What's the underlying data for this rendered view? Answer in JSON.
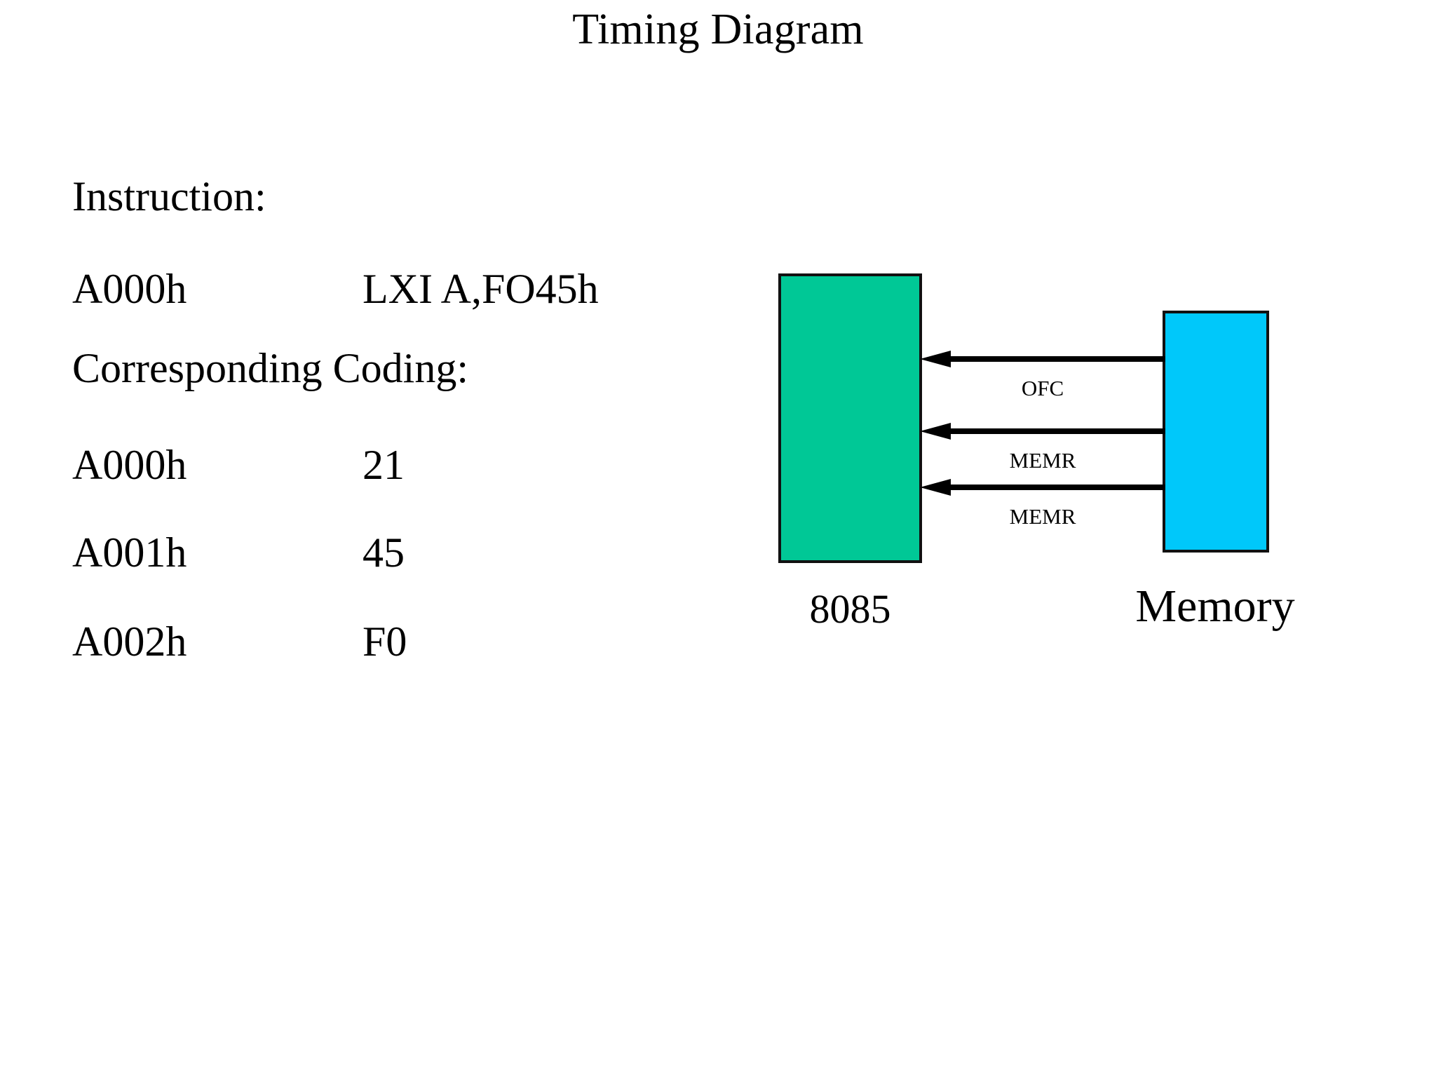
{
  "slide": {
    "title": "Timing Diagram",
    "background_color": "#ffffff"
  },
  "content": {
    "instruction_heading": "Instruction:",
    "instruction_row": {
      "address": "A000h",
      "mnemonic": "LXI A,FO45h"
    },
    "coding_heading": "Corresponding Coding:",
    "coding_rows": [
      {
        "address": "A000h",
        "value": "21"
      },
      {
        "address": "A001h",
        "value": "45"
      },
      {
        "address": "A002h",
        "value": "F0"
      }
    ]
  },
  "diagram": {
    "cpu": {
      "label": "8085",
      "fill_color": "#00C896",
      "border_color": "#111111"
    },
    "memory": {
      "label": "Memory",
      "fill_color": "#00C8FA",
      "border_color": "#111111"
    },
    "signals": [
      {
        "label": "OFC",
        "direction": "memory-to-cpu"
      },
      {
        "label": "MEMR",
        "direction": "memory-to-cpu"
      },
      {
        "label": "MEMR",
        "direction": "memory-to-cpu"
      }
    ]
  }
}
